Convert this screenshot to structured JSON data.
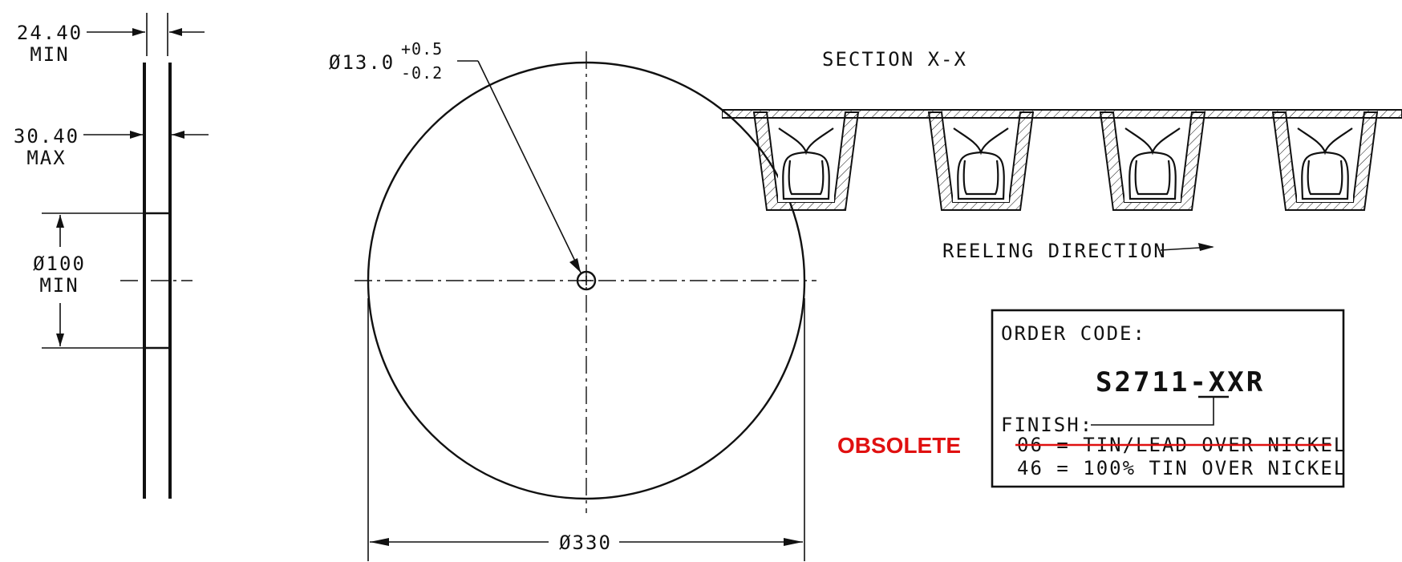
{
  "labels": {
    "width_min_value": "24.40",
    "width_min_word": "MIN",
    "width_max_value": "30.40",
    "width_max_word": "MAX",
    "hub_dia": "Ø100",
    "hub_dia_word": "MIN",
    "arbor_hole_dia": "Ø13.0",
    "arbor_tol_plus": "+0.5",
    "arbor_tol_minus": "-0.2",
    "reel_dia": "Ø330",
    "section_title": "SECTION  X-X",
    "reeling_direction": "REELING DIRECTION"
  },
  "order_box": {
    "heading": "ORDER CODE:",
    "code": "S2711-XXR",
    "finish_label": "FINISH:",
    "options": [
      {
        "text": "06 = TIN/LEAD OVER NICKEL",
        "obsolete": true
      },
      {
        "text": "46 = 100% TIN OVER NICKEL",
        "obsolete": false
      }
    ],
    "obsolete_tag": "OBSOLETE"
  },
  "colors": {
    "ink": "#111111",
    "obsolete_red": "#e01010"
  }
}
